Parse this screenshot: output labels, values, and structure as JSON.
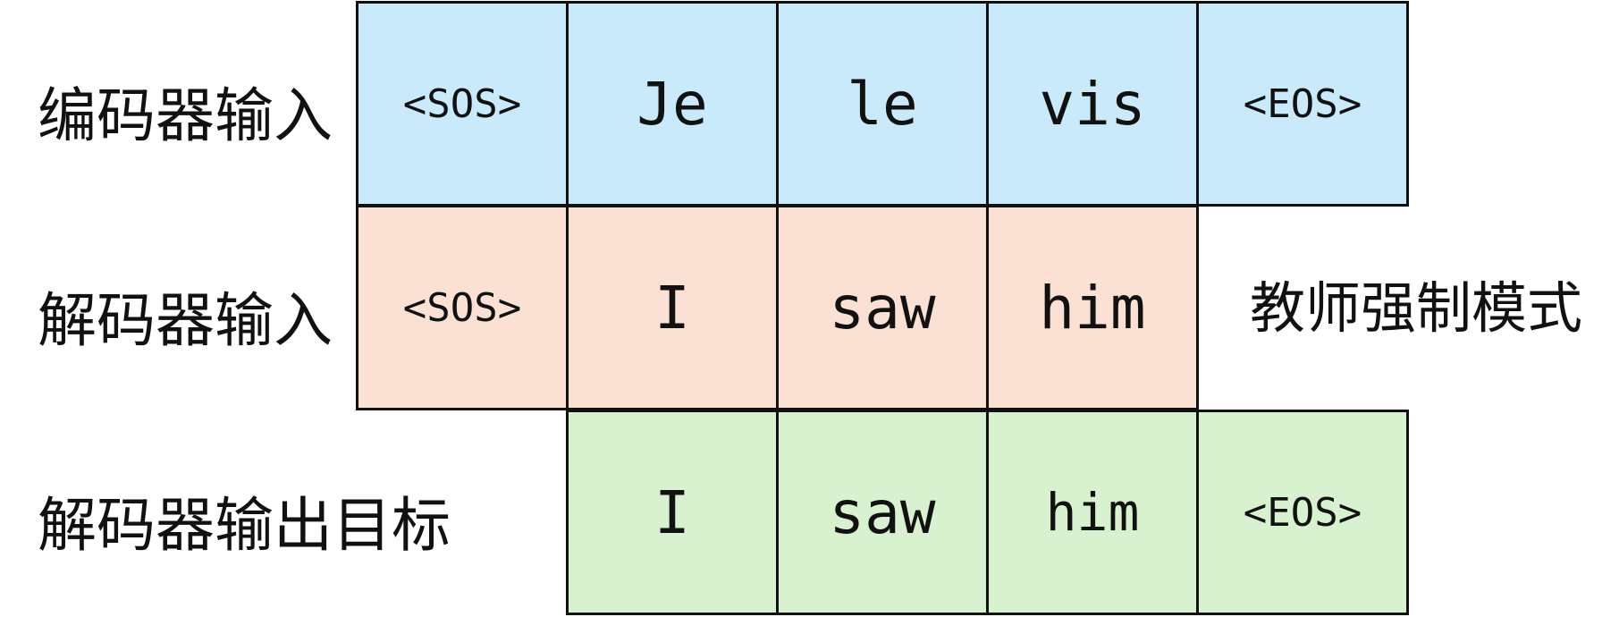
{
  "rows": {
    "encoder_input": {
      "label": "编码器输入",
      "tokens": [
        "<SOS>",
        "Je",
        "le",
        "vis",
        "<EOS>"
      ]
    },
    "decoder_input": {
      "label": "解码器输入",
      "tokens": [
        "<SOS>",
        "I",
        "saw",
        "him"
      ]
    },
    "decoder_target": {
      "label": "解码器输出目标",
      "tokens": [
        "I",
        "saw",
        "him",
        "<EOS>"
      ]
    }
  },
  "annotation": "教师强制模式",
  "colors": {
    "encoder_fill": "#c9eafa",
    "decoder_input_fill": "#fbe0d4",
    "decoder_target_fill": "#d8f2cf",
    "border": "#111111"
  }
}
